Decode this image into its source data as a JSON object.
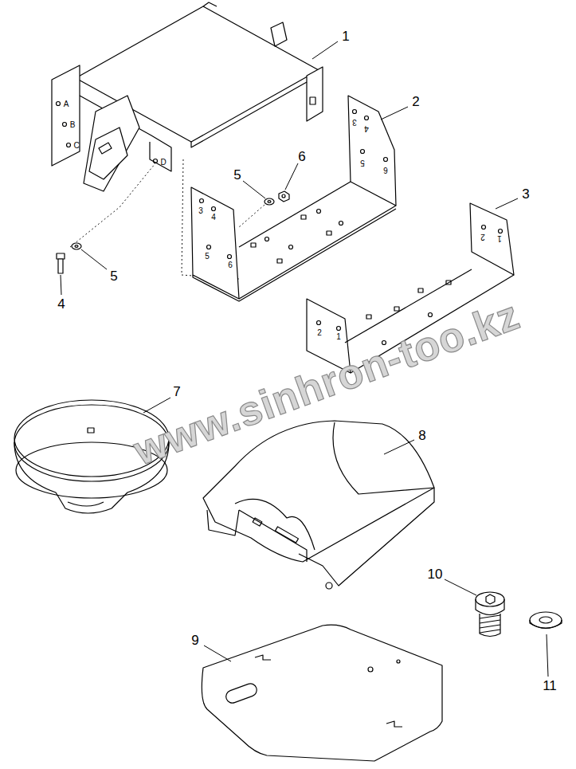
{
  "diagram": {
    "labels": [
      "1",
      "2",
      "3",
      "6",
      "5",
      "5",
      "4",
      "7",
      "8",
      "10",
      "11",
      "9",
      "A",
      "B",
      "C",
      "D",
      "3",
      "4",
      "5",
      "6",
      "3",
      "4",
      "5",
      "6",
      "2",
      "1",
      "2",
      "1",
      "www.sinhron-too.kz"
    ]
  }
}
